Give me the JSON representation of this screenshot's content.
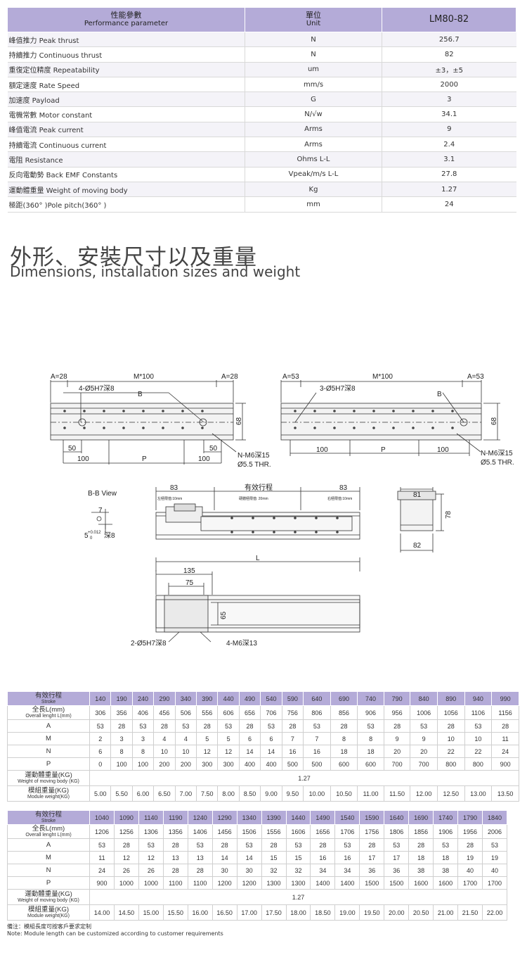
{
  "perf": {
    "h_param_cn": "性能參數",
    "h_param_en": "Performance parameter",
    "h_unit_cn": "單位",
    "h_unit_en": "Unit",
    "h_model": "LM80-82",
    "rows": [
      {
        "label": "峰值推力 Peak thrust",
        "unit": "N",
        "value": "256.7"
      },
      {
        "label": "持續推力 Continuous thrust",
        "unit": "N",
        "value": "82"
      },
      {
        "label": "重復定位精度 Repeatability",
        "unit": "um",
        "value": "±3，±5"
      },
      {
        "label": "額定速度 Rate Speed",
        "unit": "mm/s",
        "value": "2000"
      },
      {
        "label": "加速度 Payload",
        "unit": "G",
        "value": "3"
      },
      {
        "label": "電機常數 Motor constant",
        "unit": "N/√w",
        "value": "34.1"
      },
      {
        "label": "峰值電流 Peak current",
        "unit": "Arms",
        "value": "9"
      },
      {
        "label": "持續電流 Continuous current",
        "unit": "Arms",
        "value": "2.4"
      },
      {
        "label": "電阻 Resistance",
        "unit": "Ohms L-L",
        "value": "3.1"
      },
      {
        "label": "反向電動勢 Back EMF Constants",
        "unit": "Vpeak/m/s L-L",
        "value": "27.8"
      },
      {
        "label": "運動體重量 Weight of moving body",
        "unit": "Kg",
        "value": "1.27"
      },
      {
        "label": "極距(360° )Pole pitch(360° )",
        "unit": "mm",
        "value": "24"
      }
    ]
  },
  "section": {
    "title_cn": "外形、安裝尺寸以及重量",
    "title_en": "Dimensions, installation sizes and weight"
  },
  "drawing": {
    "left": {
      "a1": "A=28",
      "m": "M*100",
      "a2": "A=28",
      "holes": "4-Ø5H7深8",
      "b": "B",
      "h": "68",
      "d50a": "50",
      "d50b": "50",
      "d100a": "100",
      "p": "P",
      "d100b": "100",
      "screw": "N-M6深15",
      "thr": "Ø5.5 THR."
    },
    "right": {
      "a1": "A=53",
      "m": "M*100",
      "a2": "A=53",
      "holes": "3-Ø5H7深8",
      "b": "B",
      "h": "68",
      "d100a": "100",
      "p": "P",
      "d100b": "100",
      "screw": "N-M6深15",
      "thr": "Ø5.5 THR."
    },
    "bb": {
      "title": "B-B View",
      "d7": "7",
      "tol": "+0.012",
      "d5": "5",
      "d0": "0",
      "depth": "深8"
    },
    "side": {
      "d83a": "83",
      "stroke": "有效行程",
      "d83b": "83",
      "lim_l": "左極限值:10mm",
      "lim_m": "硬體極限值: 20mm",
      "lim_r": "右極限值:10mm",
      "l": "L"
    },
    "top": {
      "d135": "135",
      "d75": "75",
      "d65": "65",
      "holes": "2-Ø5H7深8",
      "screw": "4-M6深13"
    },
    "end": {
      "d81": "81",
      "d78": "78",
      "d82": "82"
    }
  },
  "stroke_table_1": {
    "stroke_cn": "有效行程",
    "stroke_en": "Stroke",
    "strokes": [
      "140",
      "190",
      "240",
      "290",
      "340",
      "390",
      "440",
      "490",
      "540",
      "590",
      "640",
      "690",
      "740",
      "790",
      "840",
      "890",
      "940",
      "990"
    ],
    "len_cn": "全長L(mm)",
    "len_en": "Overall lenght L(mm)",
    "lengths": [
      "306",
      "356",
      "406",
      "456",
      "506",
      "556",
      "606",
      "656",
      "706",
      "756",
      "806",
      "856",
      "906",
      "956",
      "1006",
      "1056",
      "1106",
      "1156"
    ],
    "a_label": "A",
    "a": [
      "53",
      "28",
      "53",
      "28",
      "53",
      "28",
      "53",
      "28",
      "53",
      "28",
      "53",
      "28",
      "53",
      "28",
      "53",
      "28",
      "53",
      "28"
    ],
    "m_label": "M",
    "m": [
      "2",
      "3",
      "3",
      "4",
      "4",
      "5",
      "5",
      "6",
      "6",
      "7",
      "7",
      "8",
      "8",
      "9",
      "9",
      "10",
      "10",
      "11"
    ],
    "n_label": "N",
    "n": [
      "6",
      "8",
      "8",
      "10",
      "10",
      "12",
      "12",
      "14",
      "14",
      "16",
      "16",
      "18",
      "18",
      "20",
      "20",
      "22",
      "22",
      "24"
    ],
    "p_label": "P",
    "p": [
      "0",
      "100",
      "100",
      "200",
      "200",
      "300",
      "300",
      "400",
      "400",
      "500",
      "500",
      "600",
      "600",
      "700",
      "700",
      "800",
      "800",
      "900"
    ],
    "wm_cn": "運動體重量(KG)",
    "wm_en": "Weight of moving body (KG)",
    "wm": "1.27",
    "mw_cn": "模組重量(KG)",
    "mw_en": "Module weight(KG)",
    "mw": [
      "5.00",
      "5.50",
      "6.00",
      "6.50",
      "7.00",
      "7.50",
      "8.00",
      "8.50",
      "9.00",
      "9.50",
      "10.00",
      "10.50",
      "11.00",
      "11.50",
      "12.00",
      "12.50",
      "13.00",
      "13.50"
    ]
  },
  "stroke_table_2": {
    "stroke_cn": "有效行程",
    "stroke_en": "Stroke",
    "strokes": [
      "1040",
      "1090",
      "1140",
      "1190",
      "1240",
      "1290",
      "1340",
      "1390",
      "1440",
      "1490",
      "1540",
      "1590",
      "1640",
      "1690",
      "1740",
      "1790",
      "1840"
    ],
    "len_cn": "全長L(mm)",
    "len_en": "Overall lenght L(mm)",
    "lengths": [
      "1206",
      "1256",
      "1306",
      "1356",
      "1406",
      "1456",
      "1506",
      "1556",
      "1606",
      "1656",
      "1706",
      "1756",
      "1806",
      "1856",
      "1906",
      "1956",
      "2006"
    ],
    "a_label": "A",
    "a": [
      "53",
      "28",
      "53",
      "28",
      "53",
      "28",
      "53",
      "28",
      "53",
      "28",
      "53",
      "28",
      "53",
      "28",
      "53",
      "28",
      "53"
    ],
    "m_label": "M",
    "m": [
      "11",
      "12",
      "12",
      "13",
      "13",
      "14",
      "14",
      "15",
      "15",
      "16",
      "16",
      "17",
      "17",
      "18",
      "18",
      "19",
      "19"
    ],
    "n_label": "N",
    "n": [
      "24",
      "26",
      "26",
      "28",
      "28",
      "30",
      "30",
      "32",
      "32",
      "34",
      "34",
      "36",
      "36",
      "38",
      "38",
      "40",
      "40"
    ],
    "p_label": "P",
    "p": [
      "900",
      "1000",
      "1000",
      "1100",
      "1100",
      "1200",
      "1200",
      "1300",
      "1300",
      "1400",
      "1400",
      "1500",
      "1500",
      "1600",
      "1600",
      "1700",
      "1700"
    ],
    "wm_cn": "運動體重量(KG)",
    "wm_en": "Weight of moving body (KG)",
    "wm": "1.27",
    "mw_cn": "模組重量(KG)",
    "mw_en": "Module weight(KG)",
    "mw": [
      "14.00",
      "14.50",
      "15.00",
      "15.50",
      "16.00",
      "16.50",
      "17.00",
      "17.50",
      "18.00",
      "18.50",
      "19.00",
      "19.50",
      "20.00",
      "20.50",
      "21.00",
      "21.50",
      "22.00"
    ]
  },
  "note": {
    "cn": "備注：模組長度可按客戶要求定制",
    "en": "Note: Module length can be customized according to customer requirements"
  }
}
